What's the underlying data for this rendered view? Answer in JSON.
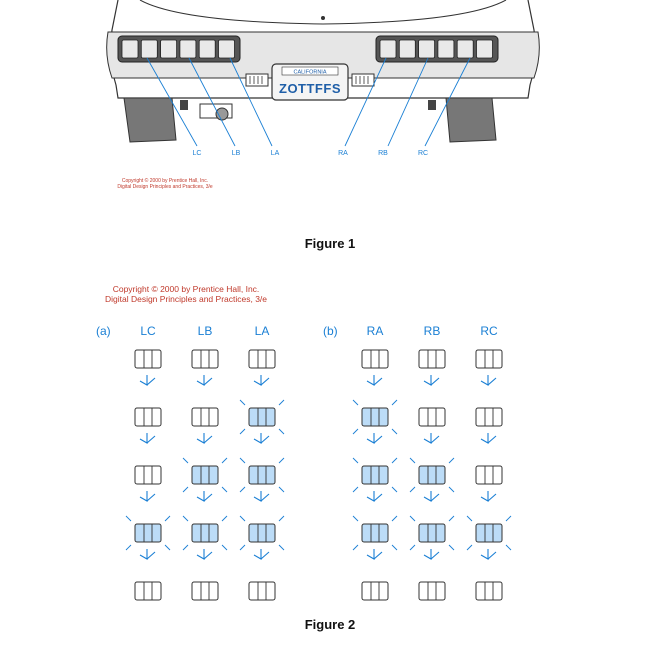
{
  "figure1": {
    "caption": "Figure 1",
    "plate": {
      "state": "CALIFORNIA",
      "number": "ZOTTFFS"
    },
    "lamp_labels": [
      "LC",
      "LB",
      "LA",
      "RA",
      "RB",
      "RC"
    ],
    "copyright_lines": [
      "Copyright © 2000 by Prentice Hall, Inc.",
      "Digital Design Principles and Practices, 3/e"
    ]
  },
  "figure2": {
    "caption": "Figure 2",
    "copyright_lines": [
      "Copyright © 2000 by Prentice Hall, Inc.",
      "Digital Design Principles and Practices, 3/e"
    ],
    "panels": [
      {
        "tag": "(a)",
        "columns": [
          "LC",
          "LB",
          "LA"
        ]
      },
      {
        "tag": "(b)",
        "columns": [
          "RA",
          "RB",
          "RC"
        ]
      }
    ],
    "sequence_on_count": [
      0,
      1,
      2,
      3,
      0
    ]
  },
  "colors": {
    "accent": "#1a7fd4",
    "lit_fill": "#bcdcf7",
    "outline": "#333333",
    "copyright": "#c0392b"
  }
}
